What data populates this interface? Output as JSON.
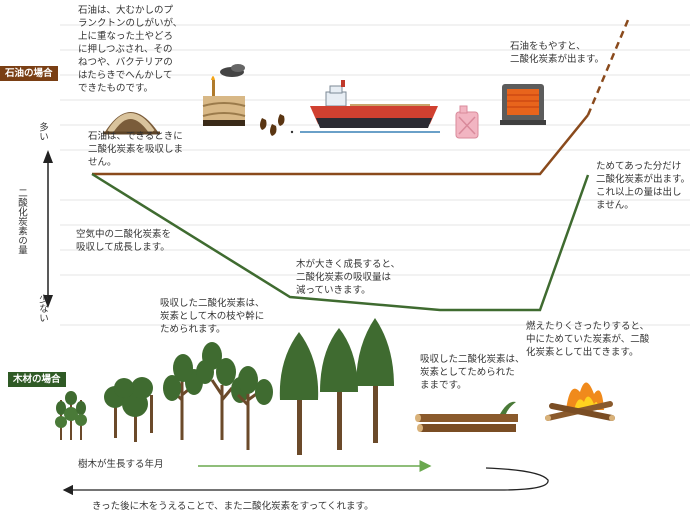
{
  "labels": {
    "oil_case": "石油の場合",
    "wood_case": "木材の場合",
    "axis_title": "二酸化炭素の量",
    "axis_high": "多い",
    "axis_low": "少ない"
  },
  "texts": {
    "oil_origin": "石油は、大むかしのプ\nランクトンのしがいが、\n上に重なった土やどろ\nに押しつぶされ、その\nねつや、バクテリアの\nはたらきでへんかして\nできたものです。",
    "oil_absorb": "石油は、できるときに\n二酸化炭素を吸収しま\nせん。",
    "oil_burn": "石油をもやすと、\n二酸化炭素が出ます。",
    "release_all": "ためてあった分だけ\n二酸化炭素が出ます。\nこれ以上の量は出し\nません。",
    "tree_absorb": "空気中の二酸化炭素を\n吸収して成長します。",
    "tree_growth_less": "木が大きく成長すると、\n二酸化炭素の吸収量は\n減っていきます。",
    "tree_store": "吸収した二酸化炭素は、\n炭素として木の枝や幹に\nためられます。",
    "wood_kept": "吸収した二酸化炭素は、\n炭素としてためられた\nままです。",
    "wood_rot": "燃えたりくさったりすると、\n中にためていた炭素が、二酸\n化炭素として出てきます。",
    "growth_years": "樹木が生長する年月",
    "replant": "きった後に木をうえることで、また二酸化炭素をすってくれます。"
  },
  "colors": {
    "oil_line": "#8a4a1c",
    "wood_line": "#3f6b30",
    "oil_tag": "#7a3f14",
    "wood_tag": "#2f5a25",
    "arrow": "#6aa84f"
  },
  "icons": [
    "rock-strata-icon",
    "oil-well-icon",
    "oil-drops-icon",
    "tanker-ship-icon",
    "fuel-can-icon",
    "oil-heater-icon",
    "sapling-icon",
    "tree-icon",
    "log-icon",
    "campfire-icon"
  ]
}
